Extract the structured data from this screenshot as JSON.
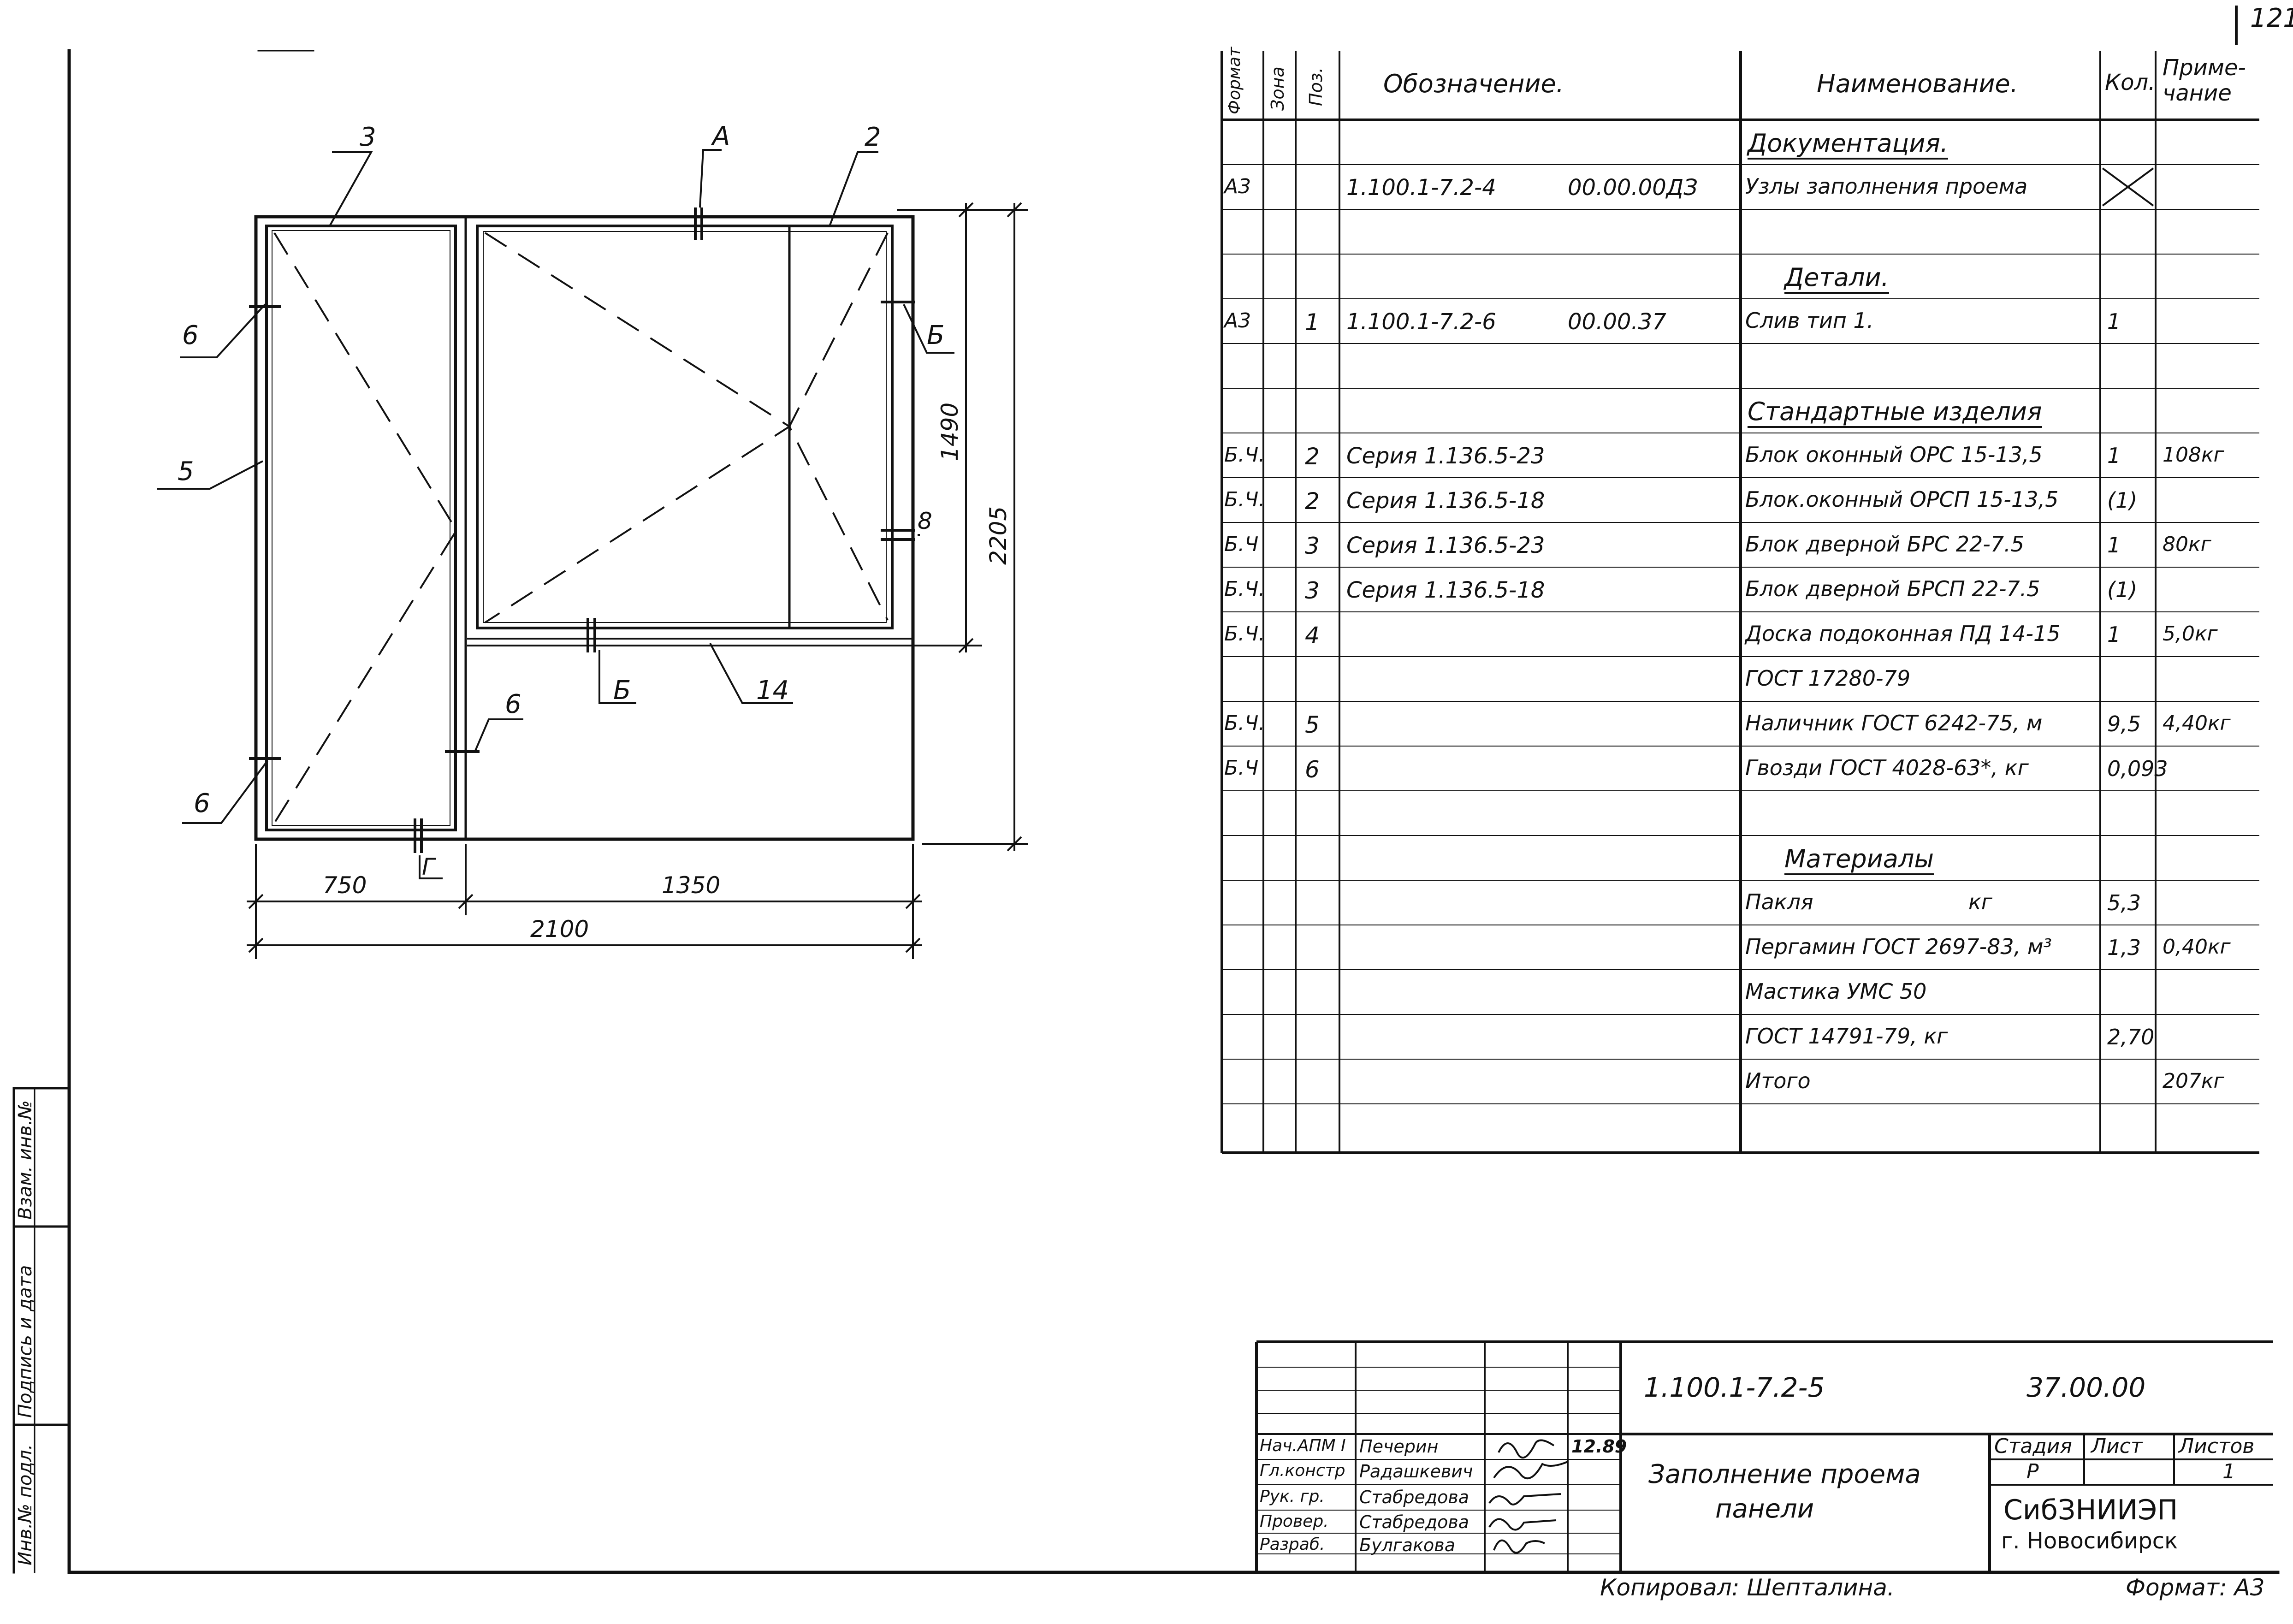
{
  "page_number": "121",
  "drawing": {
    "labels": {
      "callout_3": "3",
      "callout_a": "А",
      "callout_2": "2",
      "callout_6_left_top": "6",
      "callout_5": "5",
      "callout_6_left_bottom": "6",
      "callout_b_right": "Б",
      "callout_8": "8",
      "callout_b_bottom": "Б",
      "callout_14": "14",
      "callout_6_mid": "6",
      "callout_g": "Г"
    },
    "dimensions": {
      "d750": "750",
      "d1350": "1350",
      "d2100": "2100",
      "d1490": "1490",
      "d2205": "2205"
    }
  },
  "spec": {
    "headers": {
      "format": "Формат",
      "zone": "Зона",
      "pos": "Поз.",
      "designation": "Обозначение.",
      "name": "Наименование.",
      "qty": "Кол.",
      "note": "Приме-\nчание"
    },
    "rows": [
      {
        "fmt": "",
        "pos": "",
        "des": "",
        "des2": "",
        "name": "Документация.",
        "section": true,
        "qty": "",
        "note": ""
      },
      {
        "fmt": "А3",
        "pos": "",
        "des": "1.100.1-7.2-4",
        "des2": "00.00.00ДЗ",
        "name": "Узлы заполнения проема",
        "qty": "",
        "crossed": true,
        "note": ""
      },
      {
        "fmt": "",
        "pos": "",
        "des": "",
        "des2": "",
        "name": "",
        "qty": "",
        "note": ""
      },
      {
        "fmt": "",
        "pos": "",
        "des": "",
        "des2": "",
        "name": "Детали.",
        "section": true,
        "qty": "",
        "note": ""
      },
      {
        "fmt": "А3",
        "pos": "1",
        "des": "1.100.1-7.2-6",
        "des2": "00.00.37",
        "name": "Слив тип 1.",
        "qty": "1",
        "note": ""
      },
      {
        "fmt": "",
        "pos": "",
        "des": "",
        "des2": "",
        "name": "",
        "qty": "",
        "note": ""
      },
      {
        "fmt": "",
        "pos": "",
        "des": "",
        "des2": "",
        "name": "Стандартные изделия",
        "section": true,
        "qty": "",
        "note": ""
      },
      {
        "fmt": "Б.Ч.",
        "pos": "2",
        "des": "Серия 1.136.5-23",
        "des2": "",
        "name": "Блок оконный ОРС 15-13,5",
        "qty": "1",
        "note": "108кг"
      },
      {
        "fmt": "Б.Ч.",
        "pos": "2",
        "des": "Серия 1.136.5-18",
        "des2": "",
        "name": "Блок.оконный ОРСП 15-13,5",
        "qty": "(1)",
        "note": ""
      },
      {
        "fmt": "Б.Ч",
        "pos": "3",
        "des": "Серия 1.136.5-23",
        "des2": "",
        "name": "Блок дверной БРС 22-7.5",
        "qty": "1",
        "note": "80кг"
      },
      {
        "fmt": "Б.Ч.",
        "pos": "3",
        "des": "Серия 1.136.5-18",
        "des2": "",
        "name": "Блок дверной БРСП 22-7.5",
        "qty": "(1)",
        "note": ""
      },
      {
        "fmt": "Б.Ч.",
        "pos": "4",
        "des": "",
        "des2": "",
        "name": "Доска подоконная ПД 14-15",
        "qty": "1",
        "note": "5,0кг"
      },
      {
        "fmt": "",
        "pos": "",
        "des": "",
        "des2": "",
        "name": "ГОСТ 17280-79",
        "qty": "",
        "note": ""
      },
      {
        "fmt": "Б.Ч.",
        "pos": "5",
        "des": "",
        "des2": "",
        "name": "Наличник ГОСТ 6242-75, м",
        "qty": "9,5",
        "note": "4,40кг"
      },
      {
        "fmt": "Б.Ч",
        "pos": "6",
        "des": "",
        "des2": "",
        "name": "Гвозди ГОСТ 4028-63*, кг",
        "qty": "0,093",
        "note": ""
      },
      {
        "fmt": "",
        "pos": "",
        "des": "",
        "des2": "",
        "name": "",
        "qty": "",
        "note": ""
      },
      {
        "fmt": "",
        "pos": "",
        "des": "",
        "des2": "",
        "name": "Материалы",
        "section": true,
        "qty": "",
        "note": ""
      },
      {
        "fmt": "",
        "pos": "",
        "des": "",
        "des2": "",
        "name": "Пакля                       кг",
        "qty": "5,3",
        "note": ""
      },
      {
        "fmt": "",
        "pos": "",
        "des": "",
        "des2": "",
        "name": "Пергамин ГОСТ 2697-83, м³",
        "qty": "1,3",
        "note": "0,40кг"
      },
      {
        "fmt": "",
        "pos": "",
        "des": "",
        "des2": "",
        "name": "Мастика УМС 50",
        "qty": "",
        "note": ""
      },
      {
        "fmt": "",
        "pos": "",
        "des": "",
        "des2": "",
        "name": "ГОСТ 14791-79, кг",
        "qty": "2,70",
        "note": ""
      },
      {
        "fmt": "",
        "pos": "",
        "des": "",
        "des2": "",
        "name": "Итого",
        "qty": "",
        "note": "207кг"
      },
      {
        "fmt": "",
        "pos": "",
        "des": "",
        "des2": "",
        "name": "",
        "qty": "",
        "note": ""
      }
    ]
  },
  "stamp": {
    "doc_code": "1.100.1-7.2-5",
    "doc_code2": "37.00.00",
    "title_line1": "Заполнение проема",
    "title_line2": "панели",
    "stage_label": "Стадия",
    "sheet_label": "Лист",
    "sheets_label": "Листов",
    "stage_value": "Р",
    "sheets_value": "1",
    "org_line1": "СибЗНИИЭП",
    "org_line2": "г. Новосибирск",
    "date": "12.89",
    "people": [
      {
        "role": "Нач.АПМ I",
        "name": "Печерин",
        "sig": "Пч"
      },
      {
        "role": "Гл.констр",
        "name": "Радашкевич",
        "sig": "Рд"
      },
      {
        "role": "Рук. гр.",
        "name": "Стабредова",
        "sig": "Ст"
      },
      {
        "role": "Провер.",
        "name": "Стабредова",
        "sig": "Ст"
      },
      {
        "role": "Разраб.",
        "name": "Булгакова",
        "sig": "Бу"
      }
    ]
  },
  "footer": {
    "copied": "Копировал: Шепталина.",
    "format": "Формат: А3"
  },
  "side_stamp": {
    "inv_orig": "Инв.№ подл.",
    "sign_date": "Подпись и дата",
    "inv_repl": "Взам. инв.№"
  }
}
